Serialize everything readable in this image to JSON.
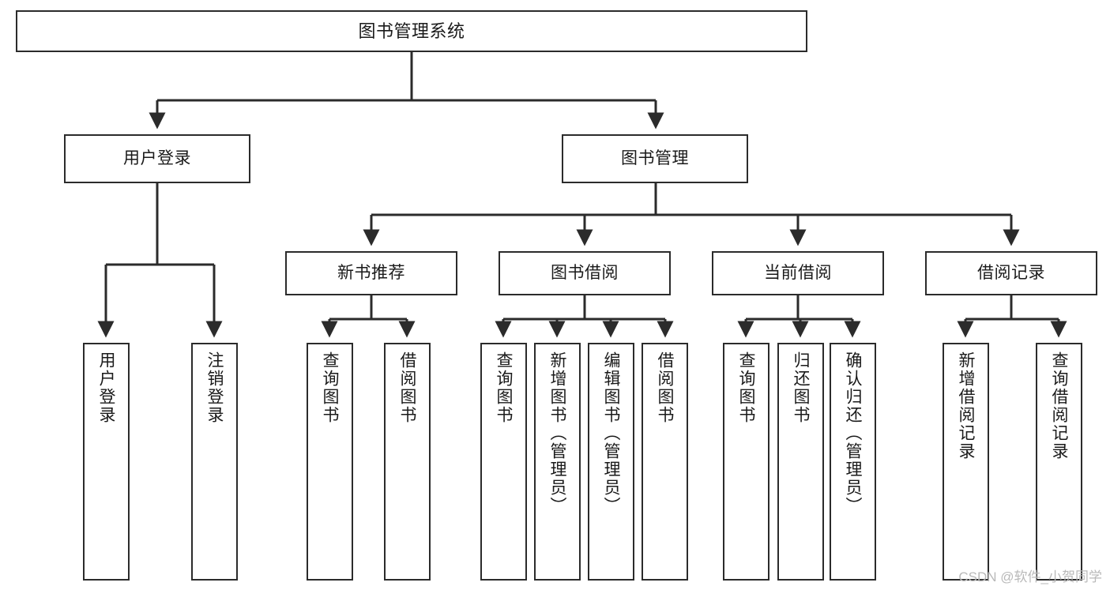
{
  "diagram": {
    "title": "图书管理系统",
    "type": "tree-hierarchy-functional-decomposition",
    "colors": {
      "stroke": "#2b2b2b",
      "fill": "#ffffff",
      "text": "#1a1a1a",
      "watermark": "#b9b9b9"
    },
    "root": {
      "label": "图书管理系统"
    },
    "level2": [
      {
        "label": "用户登录"
      },
      {
        "label": "图书管理"
      }
    ],
    "level3": [
      {
        "label": "新书推荐"
      },
      {
        "label": "图书借阅"
      },
      {
        "label": "当前借阅"
      },
      {
        "label": "借阅记录"
      }
    ],
    "leaves": {
      "user_login": [
        {
          "label": "用户登录"
        },
        {
          "label": "注销登录"
        }
      ],
      "new_book_recommend": [
        {
          "label": "查询图书"
        },
        {
          "label": "借阅图书"
        }
      ],
      "book_borrow": [
        {
          "label": "查询图书"
        },
        {
          "label": "新增图书（管理员）"
        },
        {
          "label": "编辑图书（管理员）"
        },
        {
          "label": "借阅图书"
        }
      ],
      "current_borrow": [
        {
          "label": "查询图书"
        },
        {
          "label": "归还图书"
        },
        {
          "label": "确认归还（管理员）"
        }
      ],
      "borrow_record": [
        {
          "label": "新增借阅记录"
        },
        {
          "label": "查询借阅记录"
        }
      ]
    },
    "watermark": "CSDN @软件_小贺同学"
  }
}
